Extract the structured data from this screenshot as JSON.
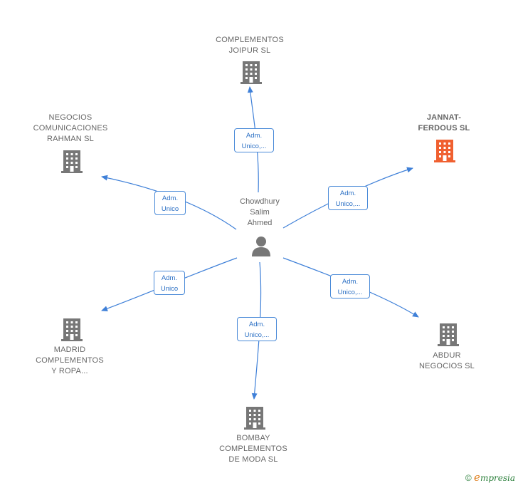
{
  "center": {
    "name": "Chowdhury\nSalim\nAhmed",
    "icon": "person-icon"
  },
  "companies": [
    {
      "id": "complementos-joipur",
      "name": "COMPLEMENTOS\nJOIPUR  SL",
      "color": "#777777",
      "highlight": false
    },
    {
      "id": "jannat-ferdous",
      "name": "JANNAT-\nFERDOUS  SL",
      "color": "#f06030",
      "highlight": true
    },
    {
      "id": "negocios-comunicaciones",
      "name": "NEGOCIOS\nCOMUNICACIONES\nRAHMAN SL",
      "color": "#777777",
      "highlight": false
    },
    {
      "id": "abdur-negocios",
      "name": "ABDUR\nNEGOCIOS  SL",
      "color": "#777777",
      "highlight": false
    },
    {
      "id": "madrid-complementos",
      "name": "MADRID\nCOMPLEMENTOS\nY ROPA...",
      "color": "#777777",
      "highlight": false
    },
    {
      "id": "bombay-complementos",
      "name": "BOMBAY\nCOMPLEMENTOS\nDE MODA SL",
      "color": "#777777",
      "highlight": false
    }
  ],
  "edges": [
    {
      "to": "complementos-joipur",
      "label": "Adm.\nUnico,..."
    },
    {
      "to": "jannat-ferdous",
      "label": "Adm.\nUnico,..."
    },
    {
      "to": "negocios-comunicaciones",
      "label": "Adm.\nUnico"
    },
    {
      "to": "abdur-negocios",
      "label": "Adm.\nUnico,..."
    },
    {
      "to": "madrid-complementos",
      "label": "Adm.\nUnico"
    },
    {
      "to": "bombay-complementos",
      "label": "Adm.\nUnico,..."
    }
  ],
  "colors": {
    "edge": "#3f80d8",
    "building_default": "#777777",
    "building_highlight": "#f06030",
    "person": "#777777"
  },
  "watermark": {
    "symbol": "©",
    "brand_initial": "e",
    "brand_rest": "mpresia"
  }
}
